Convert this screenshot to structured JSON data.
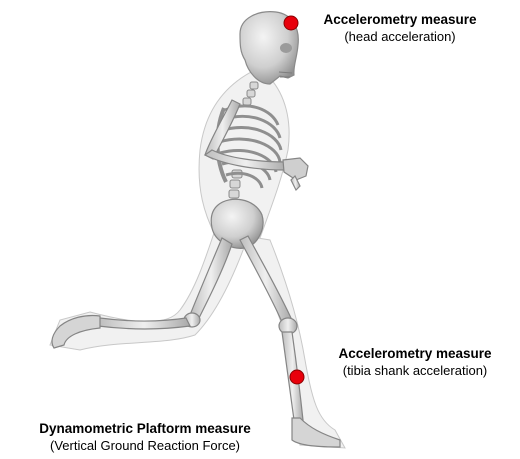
{
  "annotations": {
    "head": {
      "title": "Accelerometry measure",
      "subtitle": "(head acceleration)"
    },
    "tibia": {
      "title": "Accelerometry measure",
      "subtitle": "(tibia shank acceleration)"
    },
    "platform": {
      "title": "Dynamometric Plaftorm measure",
      "subtitle": "(Vertical Ground Reaction Force)"
    }
  },
  "colors": {
    "marker": "#e8000b",
    "bone": "#d9d9d9",
    "bone_outline": "#8c8c8c"
  }
}
